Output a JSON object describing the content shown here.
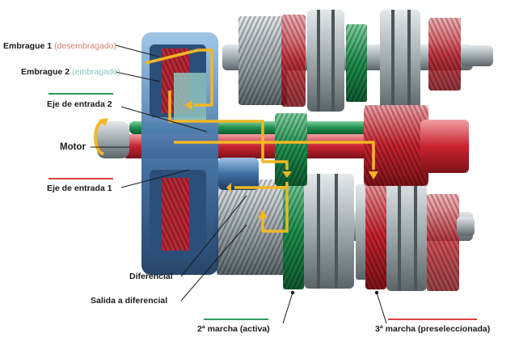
{
  "labels": {
    "clutch1": {
      "name": "Embrague 1",
      "state": "(desembragado)"
    },
    "clutch2": {
      "name": "Embrague 2",
      "state": "(embragado)"
    },
    "input_shaft2": "Eje de entrada 2",
    "motor": "Motor",
    "input_shaft1": "Eje de entrada 1",
    "differential": "Diferencial",
    "diff_output": "Salida a diferencial",
    "gear2": "2ª marcha (activa)",
    "gear3": "3ª marcha (preseleccionada)"
  },
  "colors": {
    "clutch1_state": "#d9826b",
    "clutch2_state": "#8fc4c0",
    "shaft2_line": "#2f9c5e",
    "shaft1_line": "#d8433f",
    "gear2_line": "#2f9c5e",
    "gear3_line": "#d8433f",
    "flow_yellow": "#f2b724",
    "green_part": "#1f8f4e",
    "red_part": "#c8232f",
    "blue_housing": "#3f6fa3",
    "steel": "#9aa3a8"
  }
}
